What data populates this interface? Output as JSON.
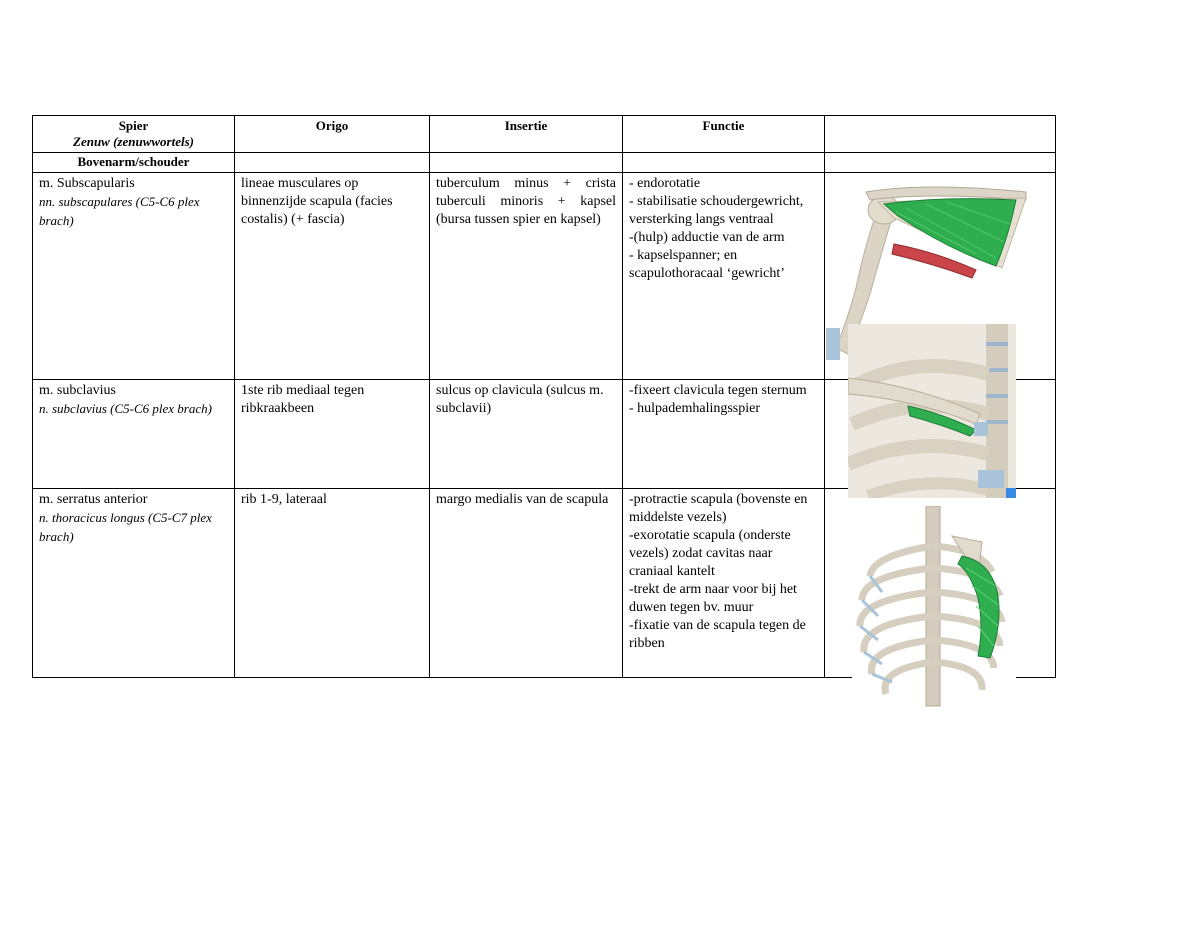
{
  "headers": {
    "spier": "Spier",
    "zenuw": "Zenuw (zenuwwortels)",
    "origo": "Origo",
    "insertie": "Insertie",
    "functie": "Functie",
    "image": ""
  },
  "section": "Bovenarm/schouder",
  "rows": [
    {
      "spier": "m. Subscapularis",
      "zenuw": "nn. subscapulares (C5-C6 plex brach)",
      "origo": "lineae musculares op binnenzijde scapula (facies costalis) (+ fascia)",
      "insertie": "tuberculum minus + crista tuberculi minoris + kapsel (bursa tussen spier en kapsel)",
      "functie": [
        "- endorotatie",
        "- stabilisatie schoudergewricht, versterking langs ventraal",
        "-(hulp) adductie van de arm",
        "- kapselspanner; en scapulothoracaal ‘gewricht’"
      ]
    },
    {
      "spier": "m. subclavius",
      "zenuw": "n. subclavius (C5-C6 plex brach)",
      "origo": "1ste rib mediaal tegen ribkraakbeen",
      "insertie": "sulcus op clavicula (sulcus m. subclavii)",
      "functie": [
        "-fixeert clavicula tegen sternum",
        "- hulpademhalingsspier"
      ]
    },
    {
      "spier": "m. serratus anterior",
      "zenuw": "n. thoracicus longus (C5-C7 plex brach)",
      "origo": "rib 1-9, lateraal",
      "insertie": "margo medialis van de scapula",
      "functie": [
        "-protractie scapula (bovenste en middelste vezels)",
        "-exorotatie scapula (onderste vezels) zodat cavitas naar craniaal kantelt",
        "-trekt de arm naar voor bij het duwen tegen bv. muur",
        "-fixatie van de scapula tegen de ribben"
      ]
    }
  ],
  "images": {
    "img1": "subscapularis-illustration",
    "img2": "subclavius-illustration",
    "img3": "serratus-anterior-illustration"
  },
  "colors": {
    "muscle": "#2fae4f",
    "bone": "#d9d2c2",
    "red_muscle": "#c9454a",
    "cartilage": "#a9c3d8"
  }
}
